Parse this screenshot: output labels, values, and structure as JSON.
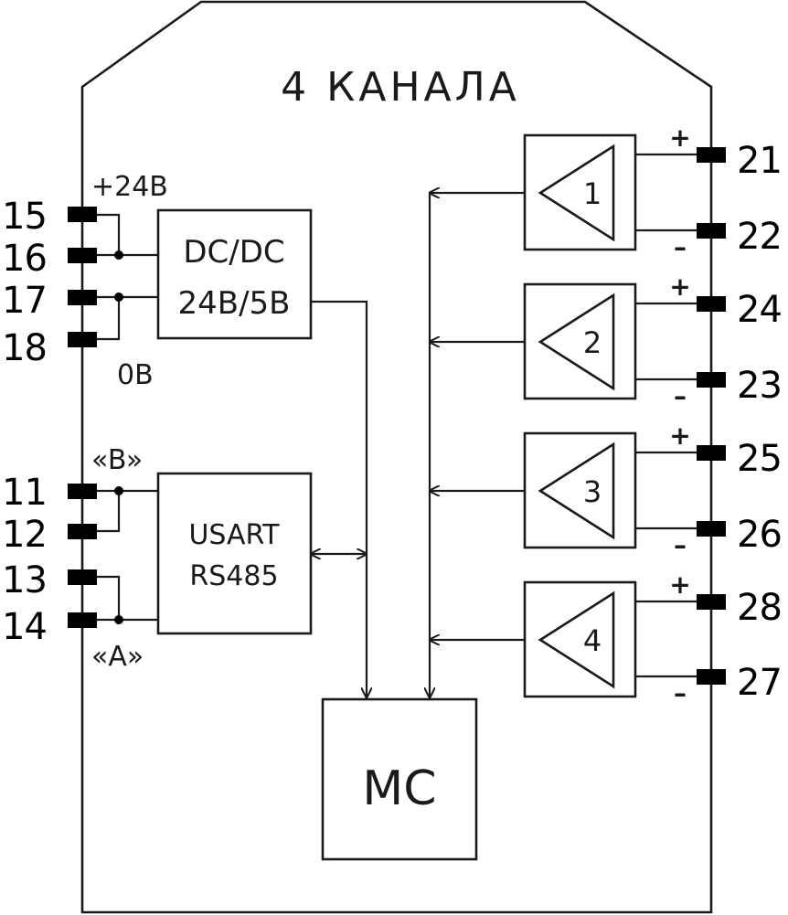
{
  "title": "4 КАНАЛА",
  "power": {
    "plus_label": "+24В",
    "zero_label": "0В",
    "converter_line1": "DC/DC",
    "converter_line2": "24В/5В"
  },
  "interface": {
    "b_label": "«B»",
    "a_label": "«A»",
    "line1": "USART",
    "line2": "RS485"
  },
  "mc_label": "MC",
  "left_pins": [
    "15",
    "16",
    "17",
    "18",
    "11",
    "12",
    "13",
    "14"
  ],
  "channels": [
    {
      "num": "1",
      "plus_pin": "21",
      "minus_pin": "22",
      "plus_sign": "+",
      "minus_sign": "–"
    },
    {
      "num": "2",
      "plus_pin": "24",
      "minus_pin": "23",
      "plus_sign": "+",
      "minus_sign": "–"
    },
    {
      "num": "3",
      "plus_pin": "25",
      "minus_pin": "26",
      "plus_sign": "+",
      "minus_sign": "–"
    },
    {
      "num": "4",
      "plus_pin": "28",
      "minus_pin": "27",
      "plus_sign": "+",
      "minus_sign": "–"
    }
  ]
}
